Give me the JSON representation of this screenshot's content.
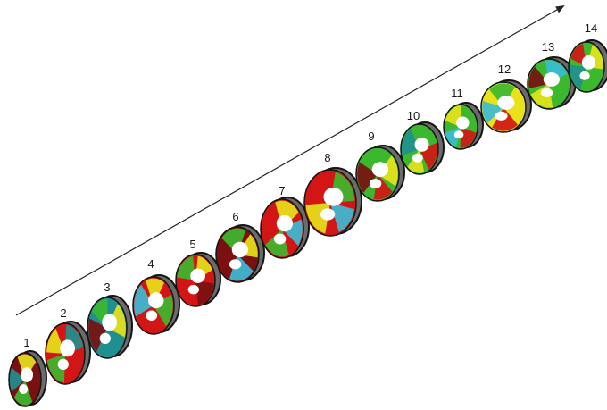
{
  "axis": {
    "color": "#222222"
  },
  "palette": {
    "rim_outer": "#151515",
    "rim_inner": "#6b6b6b",
    "background": "#ffffff"
  },
  "slices": [
    {
      "label": "1",
      "colors": [
        "#7a1010",
        "#3cb82f",
        "#1f8f8f",
        "#e7e21a"
      ]
    },
    {
      "label": "2",
      "colors": [
        "#d41515",
        "#3cb82f",
        "#e7e21a",
        "#1f8f8f"
      ]
    },
    {
      "label": "3",
      "colors": [
        "#1f8f8f",
        "#7a1010",
        "#3cb82f",
        "#e7e21a"
      ]
    },
    {
      "label": "4",
      "colors": [
        "#d41515",
        "#3bbcd6",
        "#e7e21a",
        "#3cb82f"
      ]
    },
    {
      "label": "5",
      "colors": [
        "#d41515",
        "#3cb82f",
        "#e7e21a",
        "#7a1010"
      ]
    },
    {
      "label": "6",
      "colors": [
        "#7a1010",
        "#3cb82f",
        "#e7e21a",
        "#3bbcd6"
      ]
    },
    {
      "label": "7",
      "colors": [
        "#d41515",
        "#e7e21a",
        "#3bbcd6",
        "#3cb82f"
      ]
    },
    {
      "label": "8",
      "colors": [
        "#d41515",
        "#3cb82f",
        "#3bbcd6",
        "#e7e21a"
      ]
    },
    {
      "label": "9",
      "colors": [
        "#3cb82f",
        "#e7e21a",
        "#d41515",
        "#7a1010"
      ]
    },
    {
      "label": "10",
      "colors": [
        "#3cb82f",
        "#d41515",
        "#e7e21a",
        "#1f8f8f"
      ]
    },
    {
      "label": "11",
      "colors": [
        "#3cb82f",
        "#d41515",
        "#3bbcd6",
        "#e7e21a"
      ]
    },
    {
      "label": "12",
      "colors": [
        "#e7e21a",
        "#d41515",
        "#3bbcd6",
        "#3cb82f"
      ]
    },
    {
      "label": "13",
      "colors": [
        "#3cb82f",
        "#e7e21a",
        "#7a1010",
        "#3bbcd6"
      ]
    },
    {
      "label": "14",
      "colors": [
        "#3cb82f",
        "#1f8f8f",
        "#d41515",
        "#e7e21a"
      ]
    }
  ]
}
